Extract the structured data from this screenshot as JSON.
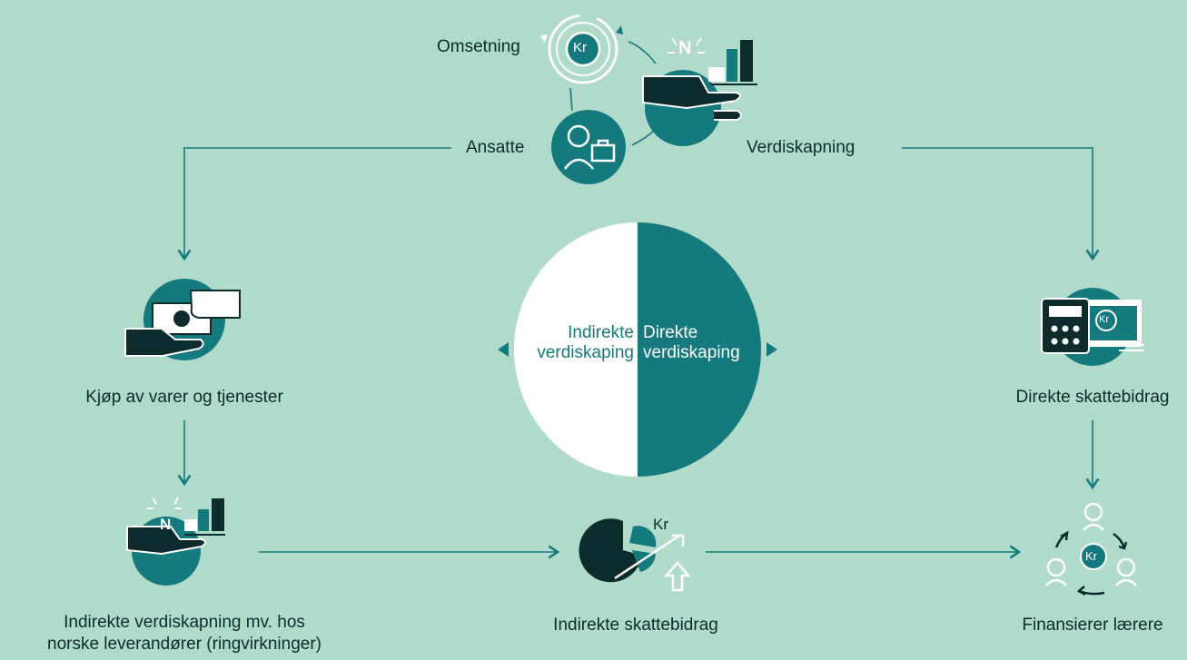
{
  "top_cycle": {
    "omsetning": "Omsetning",
    "ansatte": "Ansatte",
    "verdiskapning": "Verdiskapning"
  },
  "center_pie": {
    "left_line1": "Indirekte",
    "left_line2": "verdiskaping",
    "right_line1": "Direkte",
    "right_line2": "verdiskaping"
  },
  "nodes": {
    "kjop": "Kjøp av varer og tjenester",
    "direkte_skatt": "Direkte skattebidrag",
    "indirekte_verdi_line1": "Indirekte verdiskapning mv. hos",
    "indirekte_verdi_line2": "norske leverandører (ringvirkninger)",
    "indirekte_skatt": "Indirekte skattebidrag",
    "finansierer": "Finansierer lærere"
  },
  "icon_text": {
    "kr": "Kr",
    "n_letter": "N"
  },
  "colors": {
    "background": "#b0dbcb",
    "teal": "#157a7d",
    "dark": "#0d2b2c",
    "white": "#ffffff"
  }
}
